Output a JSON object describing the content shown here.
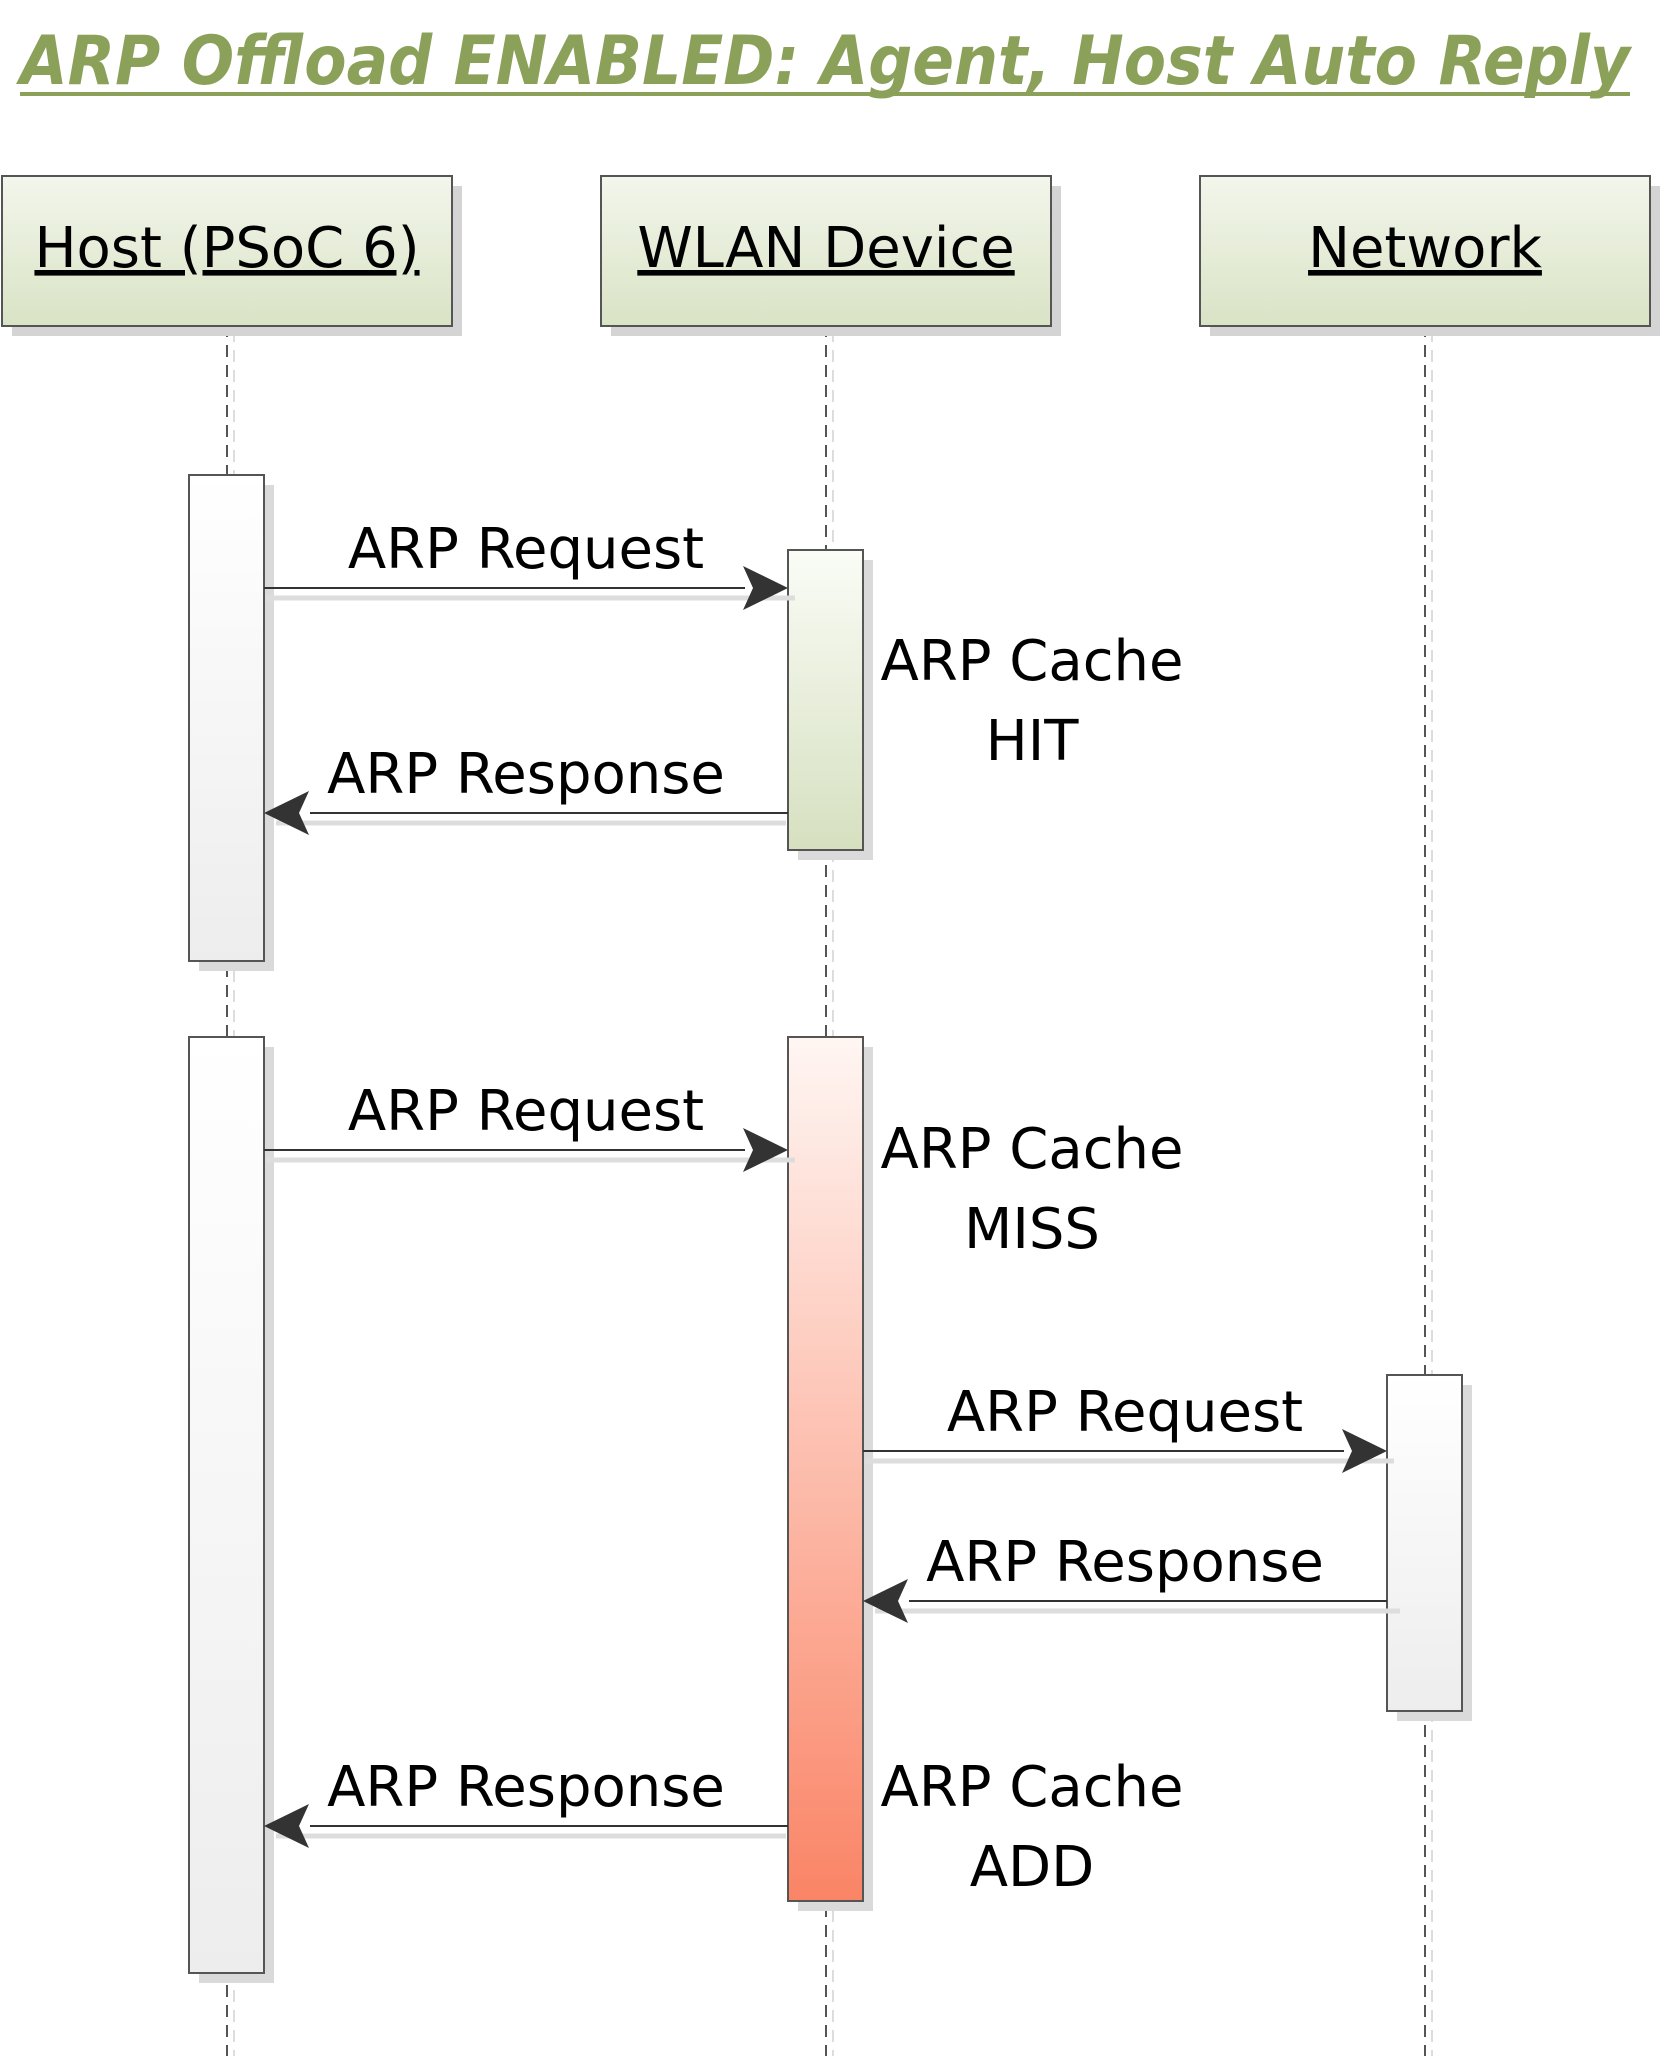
{
  "title": "ARP Offload ENABLED: Agent, Host Auto Reply",
  "participants": [
    {
      "id": "host",
      "label": "Host (PSoC 6)"
    },
    {
      "id": "wlan",
      "label": "WLAN Device"
    },
    {
      "id": "net",
      "label": "Network"
    }
  ],
  "messages": [
    {
      "label": "ARP Request",
      "from": "host",
      "to": "wlan"
    },
    {
      "label": "ARP Response",
      "from": "wlan",
      "to": "host"
    },
    {
      "label": "ARP Request",
      "from": "host",
      "to": "wlan"
    },
    {
      "label": "ARP Request",
      "from": "wlan",
      "to": "net"
    },
    {
      "label": "ARP Response",
      "from": "net",
      "to": "wlan"
    },
    {
      "label": "ARP Response",
      "from": "wlan",
      "to": "host"
    }
  ],
  "notes": [
    {
      "line1": "ARP Cache",
      "line2": "HIT"
    },
    {
      "line1": "ARP Cache",
      "line2": "MISS"
    },
    {
      "line1": "ARP Cache",
      "line2": "ADD"
    }
  ],
  "colors": {
    "title": "#8BA15A",
    "header_top": "#F3F6EC",
    "header_bottom": "#D9E3C5",
    "hit_bottom": "#D6E0C0",
    "add_top": "#FFF6F3",
    "add_bottom": "#FA8466"
  }
}
